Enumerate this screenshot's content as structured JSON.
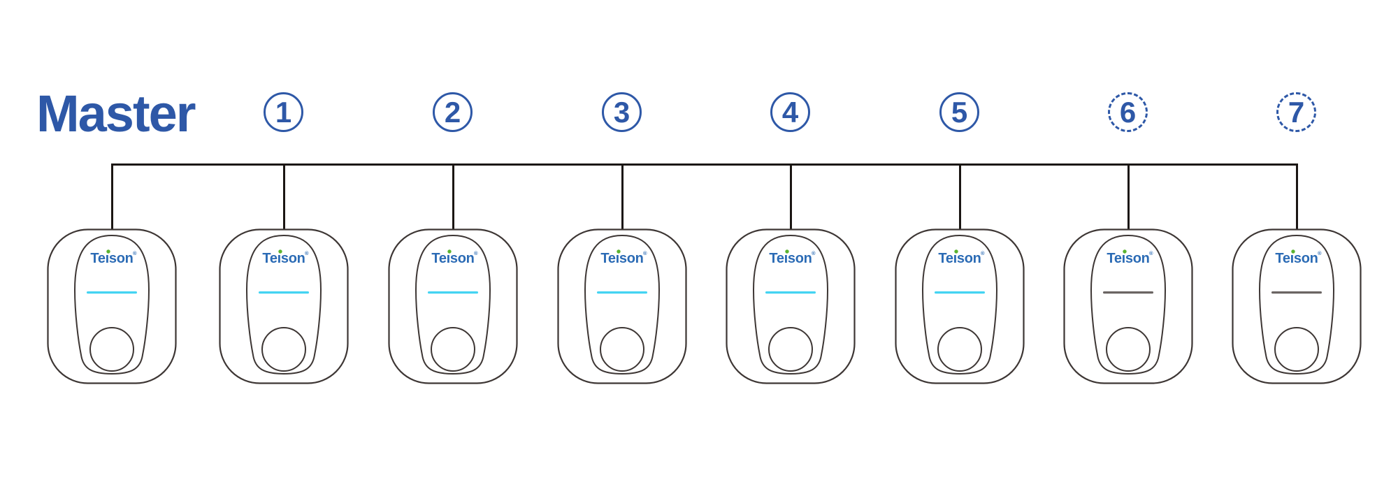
{
  "title": "Master",
  "brand": {
    "name": "Teison",
    "mark": "®"
  },
  "badges": [
    {
      "label": "1",
      "style": "solid"
    },
    {
      "label": "2",
      "style": "solid"
    },
    {
      "label": "3",
      "style": "solid"
    },
    {
      "label": "4",
      "style": "solid"
    },
    {
      "label": "5",
      "style": "solid"
    },
    {
      "label": "6",
      "style": "dashed"
    },
    {
      "label": "7",
      "style": "dashed"
    }
  ],
  "chargers": [
    {
      "id": "master",
      "role": "master",
      "led": "on"
    },
    {
      "id": "unit-1",
      "role": "slave",
      "led": "on"
    },
    {
      "id": "unit-2",
      "role": "slave",
      "led": "on"
    },
    {
      "id": "unit-3",
      "role": "slave",
      "led": "on"
    },
    {
      "id": "unit-4",
      "role": "slave",
      "led": "on"
    },
    {
      "id": "unit-5",
      "role": "slave",
      "led": "on"
    },
    {
      "id": "unit-6",
      "role": "slave",
      "led": "off"
    },
    {
      "id": "unit-7",
      "role": "slave",
      "led": "off"
    }
  ],
  "colors": {
    "accent_blue": "#2e58a7",
    "logo_blue": "#2b6bb5",
    "logo_green": "#5cb431",
    "led_on": "#44d4f2",
    "led_off": "#6b6563",
    "outline": "#3d3634",
    "connector": "#1b1613",
    "background": "#ffffff"
  }
}
